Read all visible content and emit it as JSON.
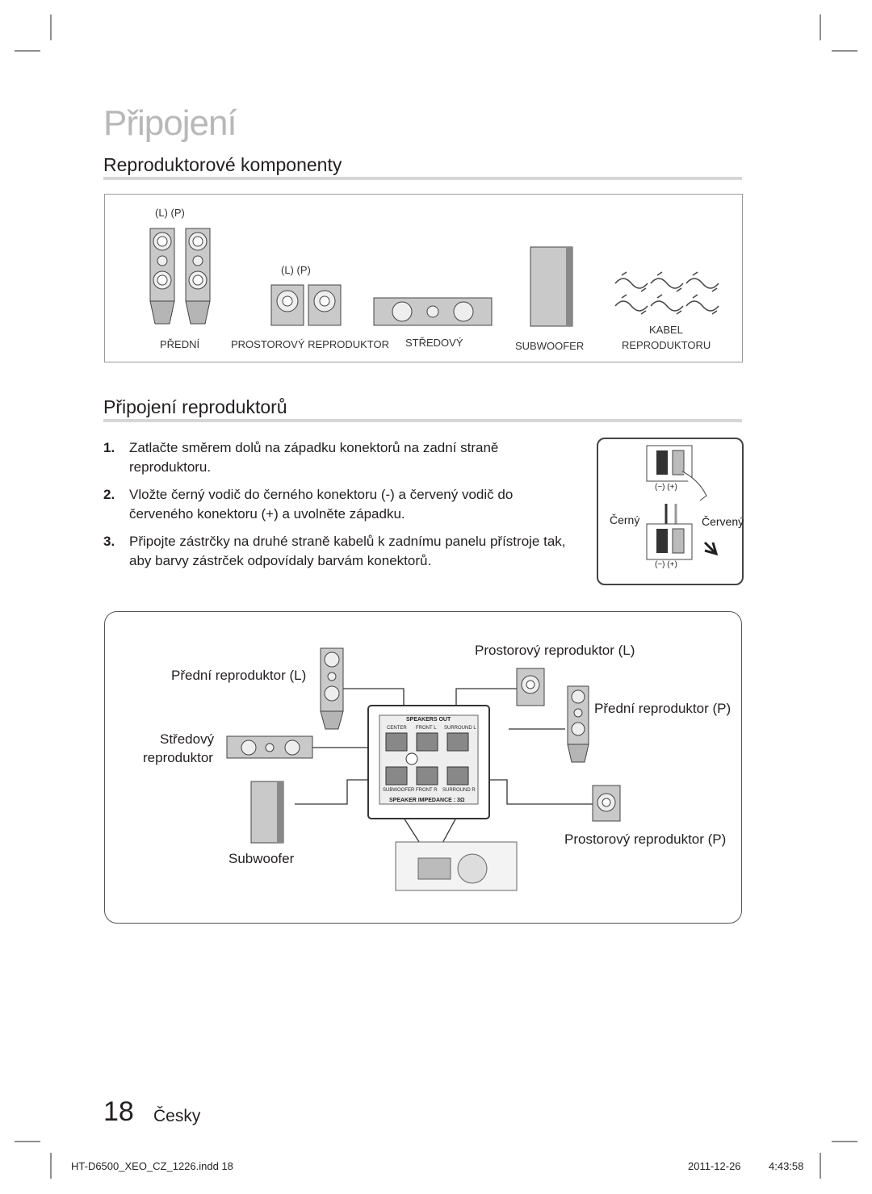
{
  "page_title": "Připojení",
  "section1": {
    "heading": "Reproduktorové komponenty",
    "lp_top": "(L)    (P)",
    "lp_mid": "(L)    (P)",
    "labels": {
      "front": "PŘEDNÍ",
      "surround": "PROSTOROVÝ REPRODUKTOR",
      "center": "STŘEDOVÝ",
      "subwoofer": "SUBWOOFER",
      "cable_line1": "KABEL",
      "cable_line2": "REPRODUKTORU"
    }
  },
  "section2": {
    "heading": "Připojení reproduktorů",
    "steps": [
      {
        "num": "1.",
        "text": "Zatlačte směrem dolů na západku konektorů na zadní straně reproduktoru."
      },
      {
        "num": "2.",
        "text": "Vložte černý vodič do černého konektoru (-) a červený vodič do červeného konektoru (+) a uvolněte západku."
      },
      {
        "num": "3.",
        "text": "Připojte zástrčky na druhé straně kabelů k zadnímu panelu přístroje tak, aby barvy zástrček odpovídaly barvám konektorů."
      }
    ],
    "inset": {
      "polarity": "(−)  (+)",
      "black": "Černý",
      "red": "Červený"
    }
  },
  "diagram": {
    "front_left": "Přední reproduktor (L)",
    "surround_left": "Prostorový reproduktor (L)",
    "front_right": "Přední reproduktor (P)",
    "center_line1": "Středový",
    "center_line2": "reproduktor",
    "subwoofer": "Subwoofer",
    "surround_right": "Prostorový reproduktor (P)",
    "panel": {
      "header": "SPEAKERS OUT",
      "top_labels": [
        "CENTER",
        "FRONT L",
        "SURROUND L"
      ],
      "bottom_labels": [
        "SUBWOOFER",
        "FRONT R",
        "SURROUND R"
      ],
      "impedance": "SPEAKER IMPEDANCE : 3Ω"
    }
  },
  "footer": {
    "page_number": "18",
    "language": "Česky",
    "file": "HT-D6500_XEO_CZ_1226.indd   18",
    "date": "2011-12-26",
    "time": "4:43:58"
  }
}
